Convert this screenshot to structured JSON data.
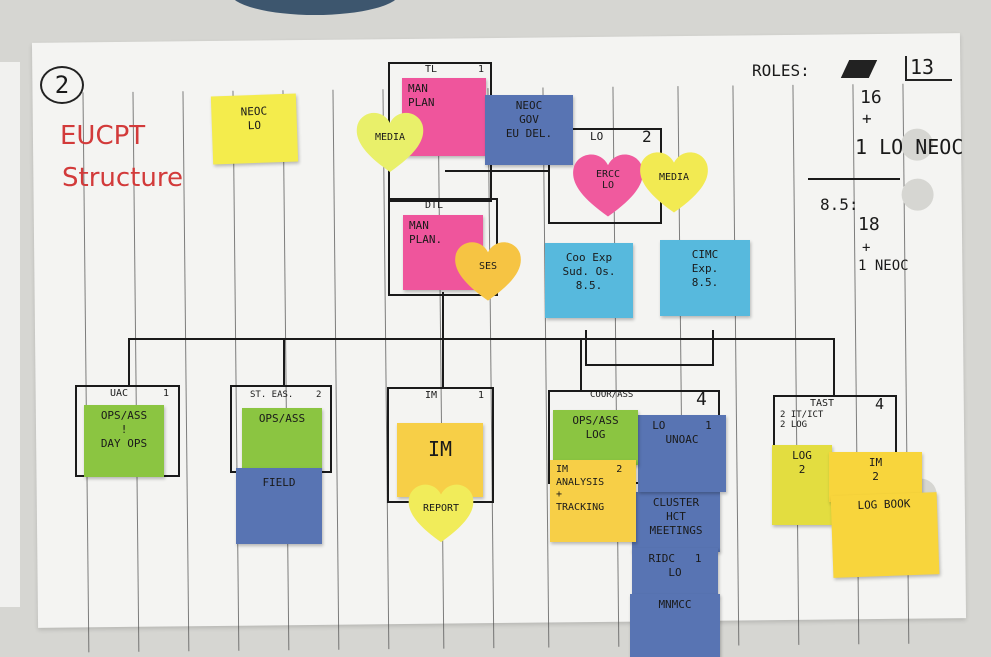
{
  "header": {
    "number": "2",
    "title": "EUCPT",
    "subtitle": "Structure"
  },
  "roles": {
    "label": "ROLES:",
    "boxed": "13",
    "line1": "16",
    "plus1": "+",
    "line2": "1 LO NEOC",
    "section2": "8.5:",
    "line3": "18",
    "plus2": "+",
    "line4": "1 NEOC"
  },
  "top": {
    "neoc_lo": "NEOC\nLO",
    "tl_box": {
      "label": "TL",
      "count": "1",
      "note": "MAN\nPLAN",
      "heart": "MEDIA",
      "side_note": "NEOC\nGOV\nEU DEL."
    },
    "lo_box": {
      "label": "LO",
      "count": "2",
      "heart1": "ERCC\nLO",
      "heart2": "MEDIA"
    },
    "dtl_box": {
      "label": "DTL",
      "note": "MAN\nPLAN.",
      "heart": "SES"
    },
    "coo_exp": "Coo Exp\nSud. Os.\n8.5.",
    "cimc_exp": "CIMC\nExp.\n8.5."
  },
  "units": [
    {
      "label": "UAC",
      "count": "1",
      "notes": [
        "OPS/ASS\n!\nDAY OPS"
      ]
    },
    {
      "label": "ST. EAS.",
      "count": "2",
      "notes": [
        "OPS/ASS",
        "FIELD"
      ]
    },
    {
      "label": "IM",
      "count": "1",
      "notes": [
        "IM",
        "REPORT"
      ]
    },
    {
      "label": "COOR/ASS",
      "count": "4",
      "notes": [
        "OPS/ASS\nLOG",
        "IM        2\nANALYSIS\n+\nTRACKING",
        "LO      1\nUNOAC",
        "CLUSTER\nHCT\nMEETINGS",
        "RIDC   1\nLO",
        "MNMCC"
      ]
    },
    {
      "label": "TAST",
      "count": "4",
      "sub": "2 IT/ICT\n2 LOG",
      "notes": [
        "LOG\n2",
        "IM\n2",
        "LOG BOOK"
      ]
    }
  ],
  "colors": {
    "pink": "#ef559c",
    "yellow": "#f4ec4c",
    "blue": "#5874b3",
    "cyan": "#57b9dd",
    "green": "#8bc541",
    "title_red": "#d23a3a"
  }
}
